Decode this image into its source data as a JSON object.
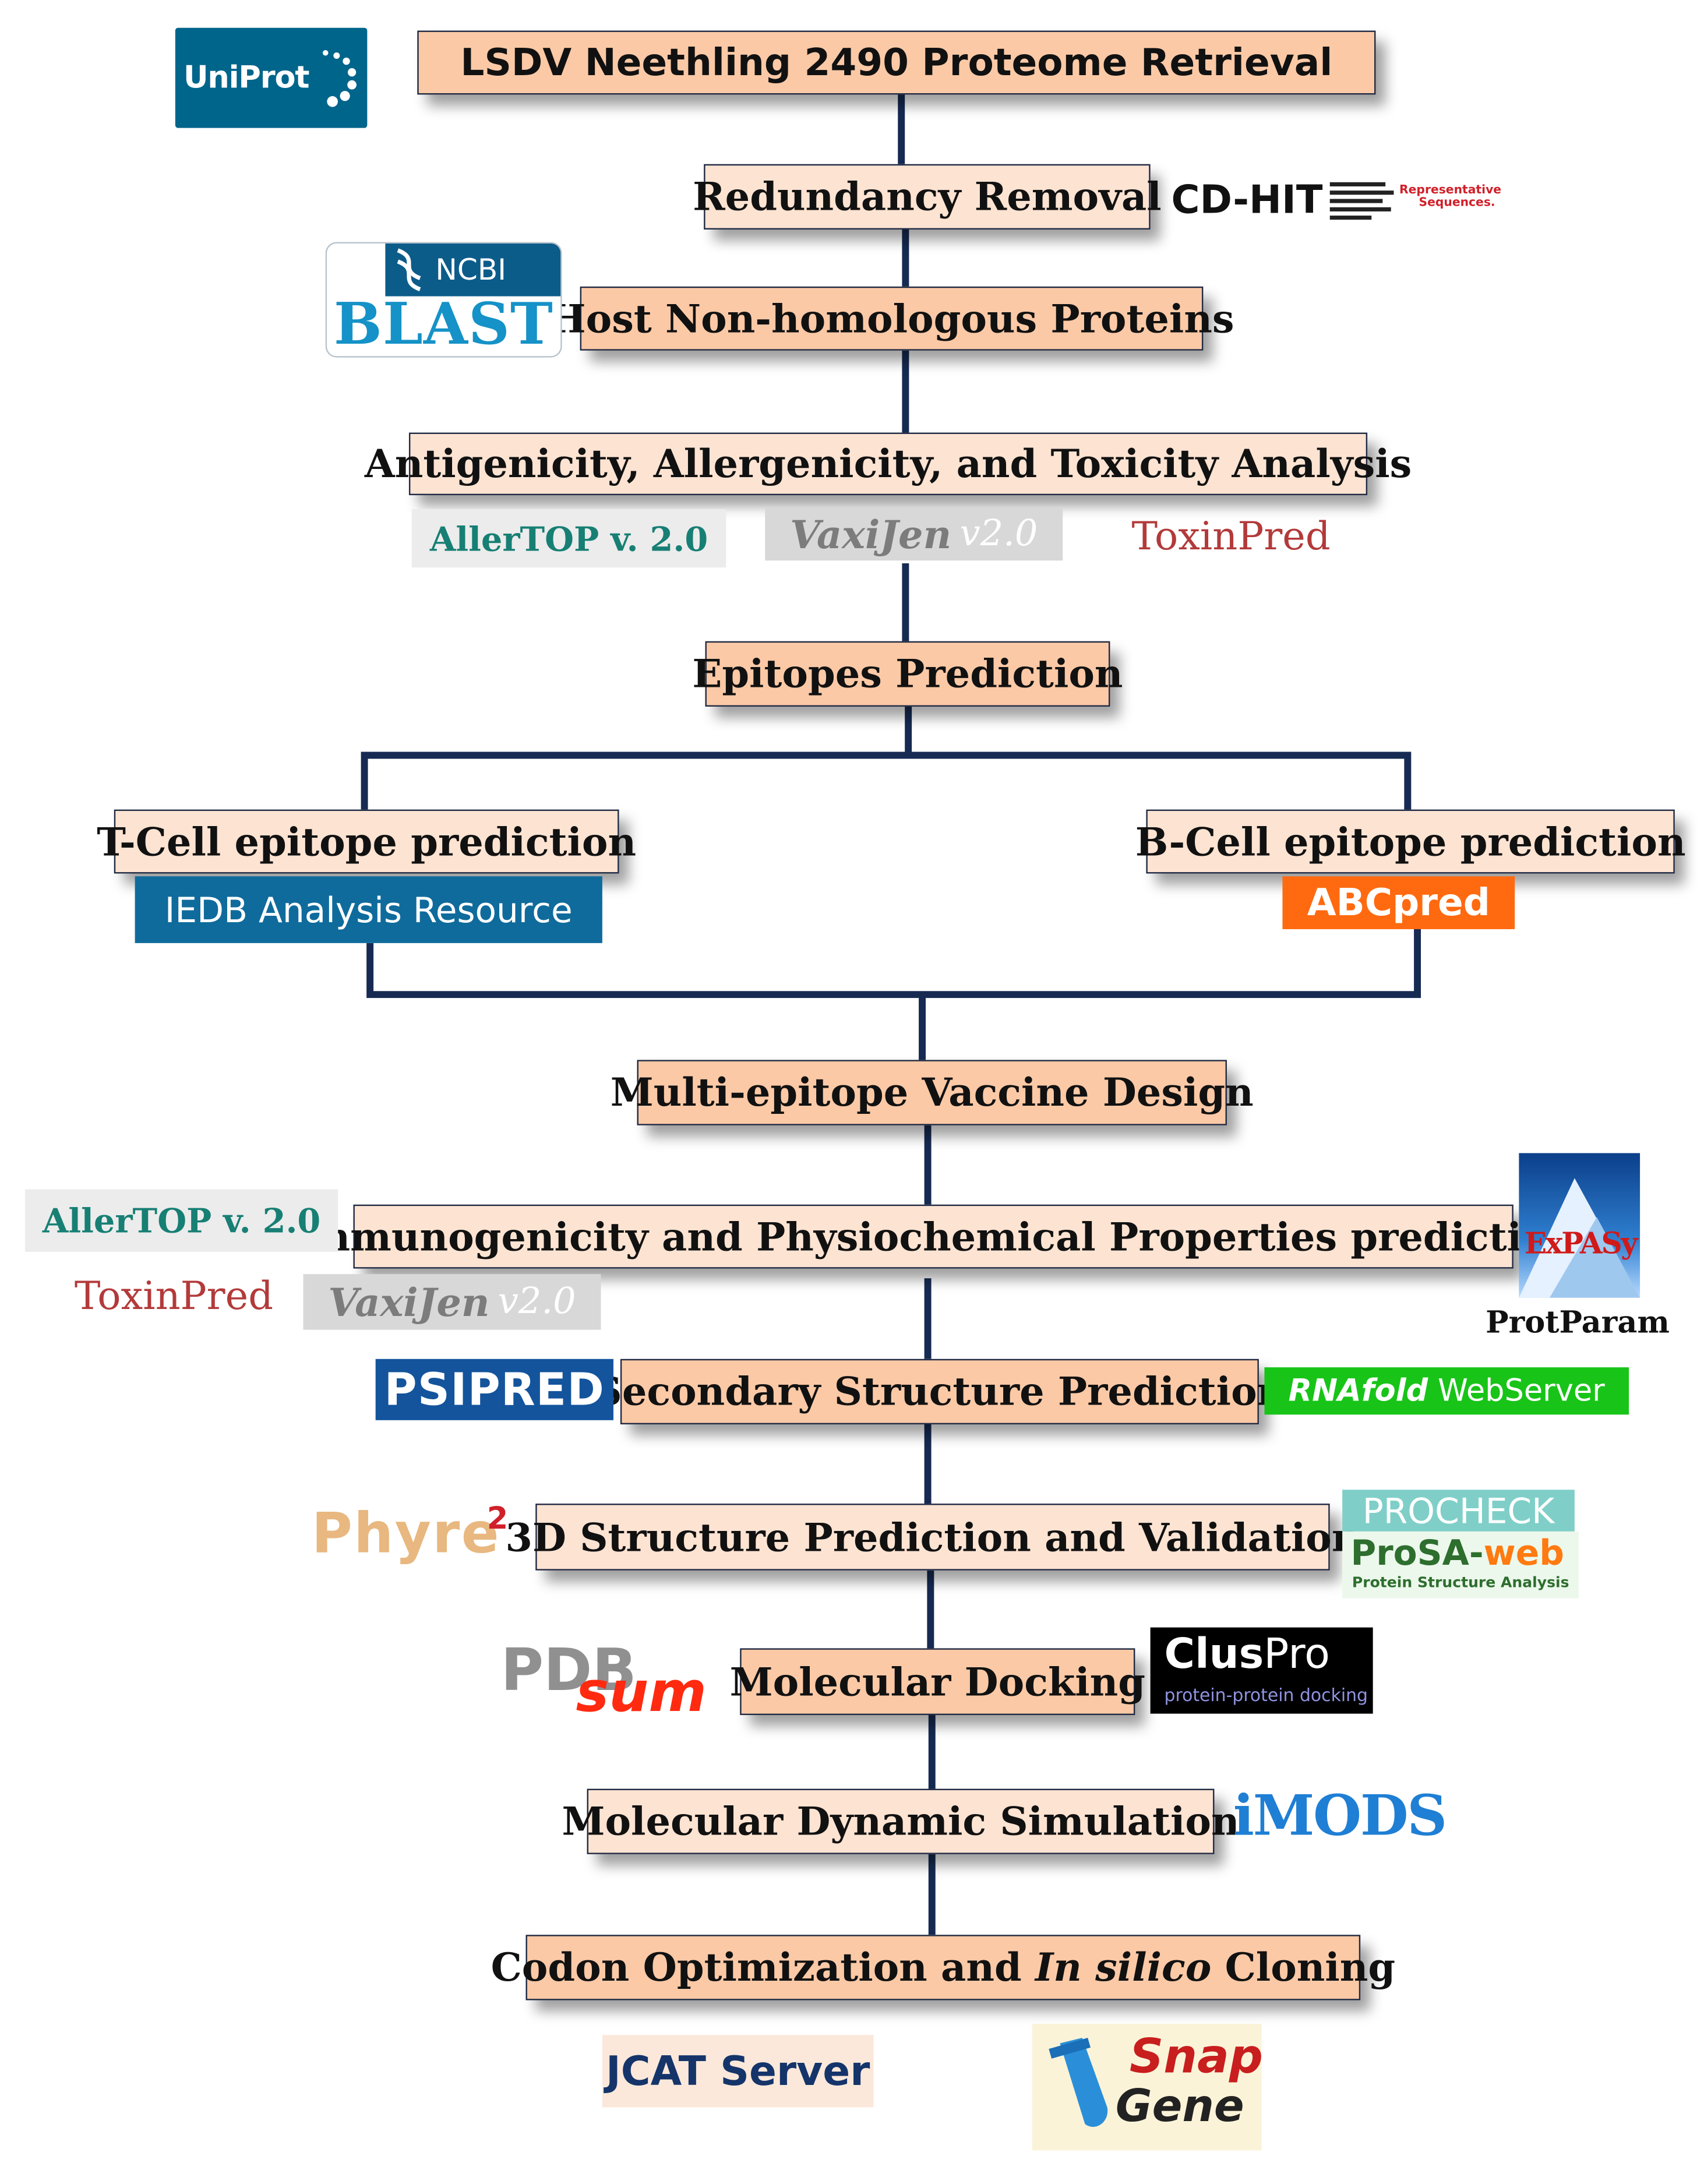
{
  "steps": {
    "retrieval": "LSDV Neethling 2490 Proteome Retrieval",
    "redundancy": "Redundancy Removal",
    "host_nonhomologous": "Host Non-homologous Proteins",
    "antigenicity": "Antigenicity, Allergenicity, and Toxicity Analysis",
    "epitopes": "Epitopes Prediction",
    "tcell": "T-Cell epitope prediction",
    "bcell": "B-Cell epitope prediction",
    "vaccine_design": "Multi-epitope Vaccine Design",
    "immunogenicity": "Immunogenicity and Physiochemical Properties prediction",
    "secondary": "Secondary Structure Prediction",
    "structure_3d": "3D Structure Prediction and Validation",
    "docking": "Molecular Docking",
    "dynamics": "Molecular Dynamic Simulation",
    "codon_prefix": "Codon Optimization and ",
    "codon_italic": "In silico",
    "codon_suffix": " Cloning"
  },
  "tools": {
    "uniprot": "UniProt",
    "cdhit": "CD-HIT",
    "cdhit_sub1": "Representative",
    "cdhit_sub2": "Sequences.",
    "ncbi": "NCBI",
    "blast": "BLAST",
    "allertop": "AllerTOP v. 2.0",
    "vaxijen": "VaxiJen",
    "vaxijen_ver": "v2.0",
    "toxinpred": "ToxinPred",
    "iedb": "IEDB Analysis Resource",
    "abcpred": "ABCpred",
    "expasy": "ExPASy",
    "protparam": "ProtParam",
    "psipred": "PSIPRED",
    "rnafold_bold": "RNAfold",
    "rnafold_rest": " WebServer",
    "phyre": "Phyre",
    "phyre_sup": "2",
    "procheck": "PROCHECK",
    "prosa_a": "ProSA-",
    "prosa_b": "web",
    "prosa_sub": "Protein Structure Analysis",
    "pdbsum_a": "PDB",
    "pdbsum_b": "sum",
    "cluspro_a": "Clus",
    "cluspro_b": "Pro",
    "cluspro_sub": "protein-protein docking",
    "imods": "iMODS",
    "jcat": "JCAT Server",
    "snap": "Snap",
    "gene": "Gene"
  },
  "colors": {
    "step_fill": "#fbc9a6",
    "connector": "#162a52",
    "uniprot_bg": "#00658b",
    "iedb_bg": "#0f6b9c",
    "abcpred_bg": "#ff6a10",
    "psipred_bg": "#13549c",
    "rnafold_bg": "#18c418",
    "toxinpred": "#b33a3a",
    "allertop": "#177f74"
  }
}
